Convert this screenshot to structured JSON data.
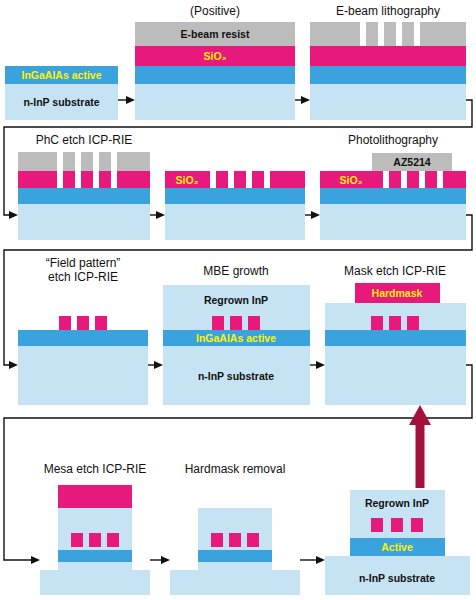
{
  "diagram": {
    "nodes": [
      {
        "text": [
          "InGaAlAs active",
          "n-InP substrate"
        ]
      },
      {
        "text": [
          "(Positive)",
          "E-beam resist",
          "SiO₂"
        ]
      },
      {
        "text": [
          "E-beam lithography"
        ]
      },
      {
        "text": [
          "PhC etch ICP-RIE"
        ]
      },
      {
        "text": [
          "SiO₂"
        ]
      },
      {
        "text": [
          "Photolithography",
          "AZ5214",
          "SiO₂"
        ]
      },
      {
        "text": [
          "“Field pattern” etch ICP-RIE"
        ]
      },
      {
        "text": [
          "MBE growth",
          "Regrown InP",
          "InGaAlAs active",
          "n-InP substrate"
        ]
      },
      {
        "text": [
          "Mask etch ICP-RIE",
          "Hardmask"
        ]
      },
      {
        "text": [
          "Mesa etch ICP-RIE"
        ]
      },
      {
        "text": [
          "Hardmask removal"
        ]
      },
      {
        "text": [
          "Regrown InP",
          "Active",
          "n-InP substrate"
        ]
      }
    ],
    "edges": [
      {
        "from": 0,
        "to": 1,
        "arrow": "to"
      },
      {
        "from": 1,
        "to": 2,
        "arrow": "to"
      },
      {
        "from": 2,
        "to": 3,
        "arrow": "to"
      },
      {
        "from": 3,
        "to": 4,
        "arrow": "to"
      },
      {
        "from": 4,
        "to": 5,
        "arrow": "to"
      },
      {
        "from": 5,
        "to": 6,
        "arrow": "to"
      },
      {
        "from": 6,
        "to": 7,
        "arrow": "to"
      },
      {
        "from": 7,
        "to": 8,
        "arrow": "to"
      },
      {
        "from": 8,
        "to": 9,
        "arrow": "to"
      },
      {
        "from": 9,
        "to": 10,
        "arrow": "to"
      },
      {
        "from": 10,
        "to": 11,
        "arrow": "to"
      },
      {
        "from": 11,
        "to": 8,
        "arrow": "to"
      }
    ]
  }
}
